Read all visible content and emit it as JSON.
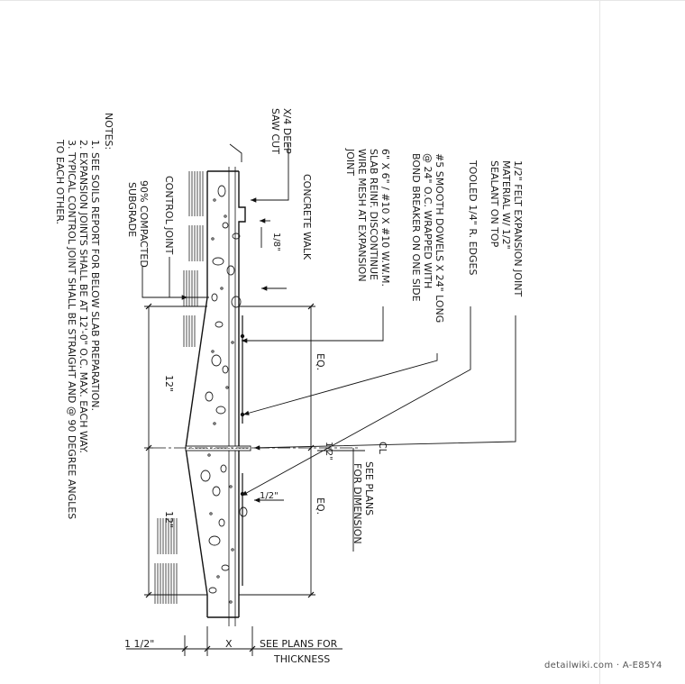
{
  "notes": {
    "title": "NOTES:",
    "items": [
      "1. SEE SOILS REPORT FOR BELOW SLAB PREPARATION.",
      "2. EXPANSION JOINTS SHALL BE AT 12'-0\" O.C. MAX. EACH WAY.",
      "3. TYPICAL CONTROL JOINT SHALL BE STRAIGHT AND @ 90 DEGREE ANGLES",
      "TO EACH OTHER."
    ]
  },
  "labels": {
    "saw_cut": [
      "X/4 DEEP",
      "SAW CUT"
    ],
    "control_joint": "CONTROL JOINT",
    "subgrade": [
      "90% COMPACTED",
      "SUBGRADE"
    ],
    "concrete_walk": "CONCRETE WALK",
    "wire_mesh": [
      "6\" X 6\" / #10 X #10 W.W.M.",
      "SLAB REINF. DISCONTINUE",
      "WIRE MESH AT EXPANSION",
      "JOINT"
    ],
    "dowels": [
      "#5 SMOOTH DOWELS X 24\" LONG",
      "@ 24\" O.C. WRAPPED WITH",
      "BOND BREAKER ON ONE SIDE"
    ],
    "tooled_edges": "TOOLED 1/4\" R. EDGES",
    "felt_joint": [
      "1/2\" FELT EXPANSION JOINT",
      "MATERIAL W/ 1/2\"",
      "SEALANT ON TOP"
    ],
    "see_plans_dimension": [
      "SEE PLANS",
      "FOR DIMENSION"
    ],
    "see_plans_thickness": [
      "SEE PLANS FOR",
      "THICKNESS"
    ],
    "centerline": "CL"
  },
  "dimensions": {
    "one_eighth": "1/8\"",
    "half_inch_top": "1/2\"",
    "half_inch_bottom": "1/2\"",
    "twelve_top": "12\"",
    "twelve_bottom": "12\"",
    "eq_top": "EQ.",
    "eq_bottom": "EQ.",
    "bottom_left": "1 1/2\"",
    "bottom_x": "X"
  },
  "watermark": "detailwiki.com · A-E85Y4"
}
